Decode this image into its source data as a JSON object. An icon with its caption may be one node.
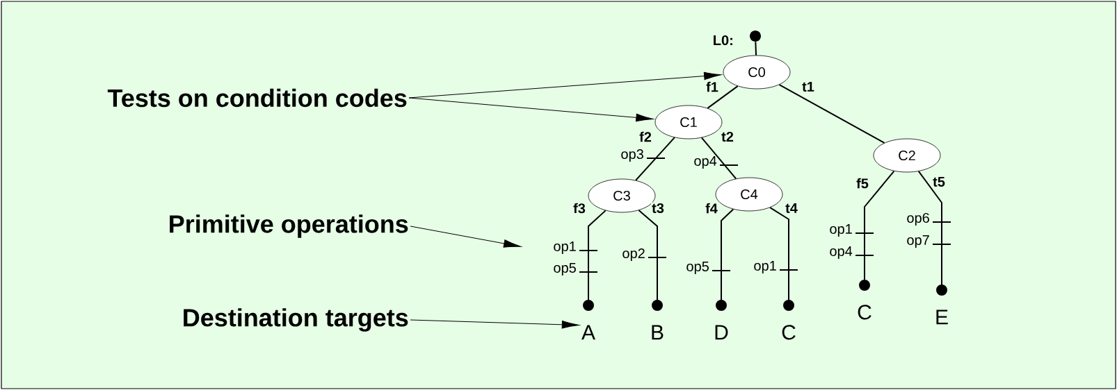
{
  "diagram": {
    "nodes": [
      {
        "text": [
          "Tests on condition codes"
        ]
      },
      {
        "text": [
          "Primitive operations"
        ]
      },
      {
        "text": [
          "Destination targets"
        ]
      },
      {
        "text": [],
        "shape": "circle",
        "beside": [
          "L0:"
        ]
      },
      {
        "text": [
          "C0"
        ]
      },
      {
        "text": [
          "C1"
        ]
      },
      {
        "text": [
          "C2"
        ]
      },
      {
        "text": [
          "C3"
        ]
      },
      {
        "text": [
          "C4"
        ]
      },
      {
        "text": [
          "A"
        ]
      },
      {
        "text": [
          "B"
        ]
      },
      {
        "text": [
          "D"
        ]
      },
      {
        "text": [
          "C"
        ]
      },
      {
        "text": [
          "C"
        ]
      },
      {
        "text": [
          "E"
        ]
      }
    ],
    "edges": [
      {
        "from": 0,
        "to": 4,
        "arrow": "to"
      },
      {
        "from": 0,
        "to": 5,
        "arrow": "to"
      },
      {
        "from": 1,
        "to": null,
        "arrow": "to"
      },
      {
        "from": 2,
        "to": 9,
        "arrow": "to"
      },
      {
        "from": 3,
        "to": 4,
        "arrow": "none"
      },
      {
        "from": 4,
        "to": 5,
        "arrow": "none",
        "label": "f1"
      },
      {
        "from": 4,
        "to": 6,
        "arrow": "none",
        "label": "t1"
      },
      {
        "from": 5,
        "to": 7,
        "arrow": "none",
        "label": "f2"
      },
      {
        "from": 5,
        "to": 8,
        "arrow": "none",
        "label": "t2"
      },
      {
        "from": 7,
        "to": 9,
        "arrow": "other",
        "label": "f3"
      },
      {
        "from": 7,
        "to": 10,
        "arrow": "other",
        "label": "t3"
      },
      {
        "from": 8,
        "to": 11,
        "arrow": "other",
        "label": "f4"
      },
      {
        "from": 8,
        "to": 12,
        "arrow": "other",
        "label": "t4"
      },
      {
        "from": 6,
        "to": 13,
        "arrow": "other",
        "label": "f5"
      },
      {
        "from": 6,
        "to": 14,
        "arrow": "other",
        "label": "t5"
      }
    ],
    "labels": [
      "op3",
      "op4",
      "op1",
      "op5",
      "op2",
      "op5",
      "op1",
      "op1",
      "op4",
      "op6",
      "op7"
    ]
  }
}
